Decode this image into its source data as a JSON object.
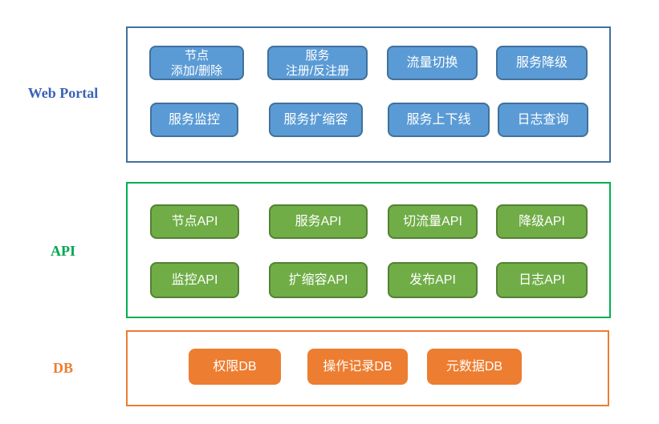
{
  "diagram": {
    "title_hint": "layered service management architecture",
    "layers": [
      {
        "label": "Web Portal",
        "label_color": "#3A62B8",
        "panel_border_color": "#41719C",
        "node_fill": "#5B9BD5",
        "node_border": "#41719C",
        "nodes": [
          "节点\n添加/删除",
          "服务\n注册/反注册",
          "流量切换",
          "服务降级",
          "服务监控",
          "服务扩缩容",
          "服务上下线",
          "日志查询"
        ]
      },
      {
        "label": "API",
        "label_color": "#00A650",
        "panel_border_color": "#00B050",
        "node_fill": "#70AD47",
        "node_border": "#538135",
        "nodes": [
          "节点API",
          "服务API",
          "切流量API",
          "降级API",
          "监控API",
          "扩缩容API",
          "发布API",
          "日志API"
        ]
      },
      {
        "label": "DB",
        "label_color": "#ED7D31",
        "panel_border_color": "#ED7D31",
        "node_fill": "#ED7D31",
        "node_border": "#ED7D31",
        "nodes": [
          "权限DB",
          "操作记录DB",
          "元数据DB"
        ]
      }
    ]
  }
}
